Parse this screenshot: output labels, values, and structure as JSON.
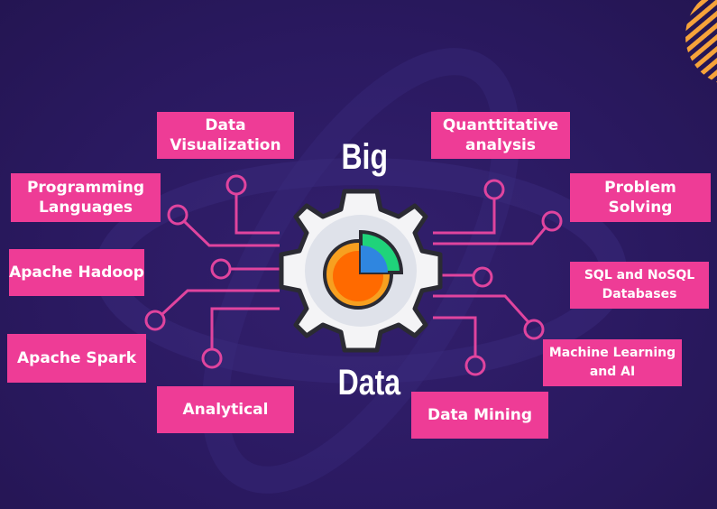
{
  "title_top": "Big",
  "title_bottom": "Data",
  "left_skills": [
    "Data Visualization",
    "Programming Languages",
    "Apache Hadoop",
    "Apache Spark",
    "Analytical"
  ],
  "right_skills": [
    "Quanttitative analysis",
    "Problem Solving",
    "SQL and NoSQL Databases",
    "Machine Learning and AI",
    "Data Mining"
  ],
  "colors": {
    "background": "#2a1960",
    "box": "#ee3c96",
    "line": "#e0449e",
    "gear": "#f4f4f6"
  }
}
